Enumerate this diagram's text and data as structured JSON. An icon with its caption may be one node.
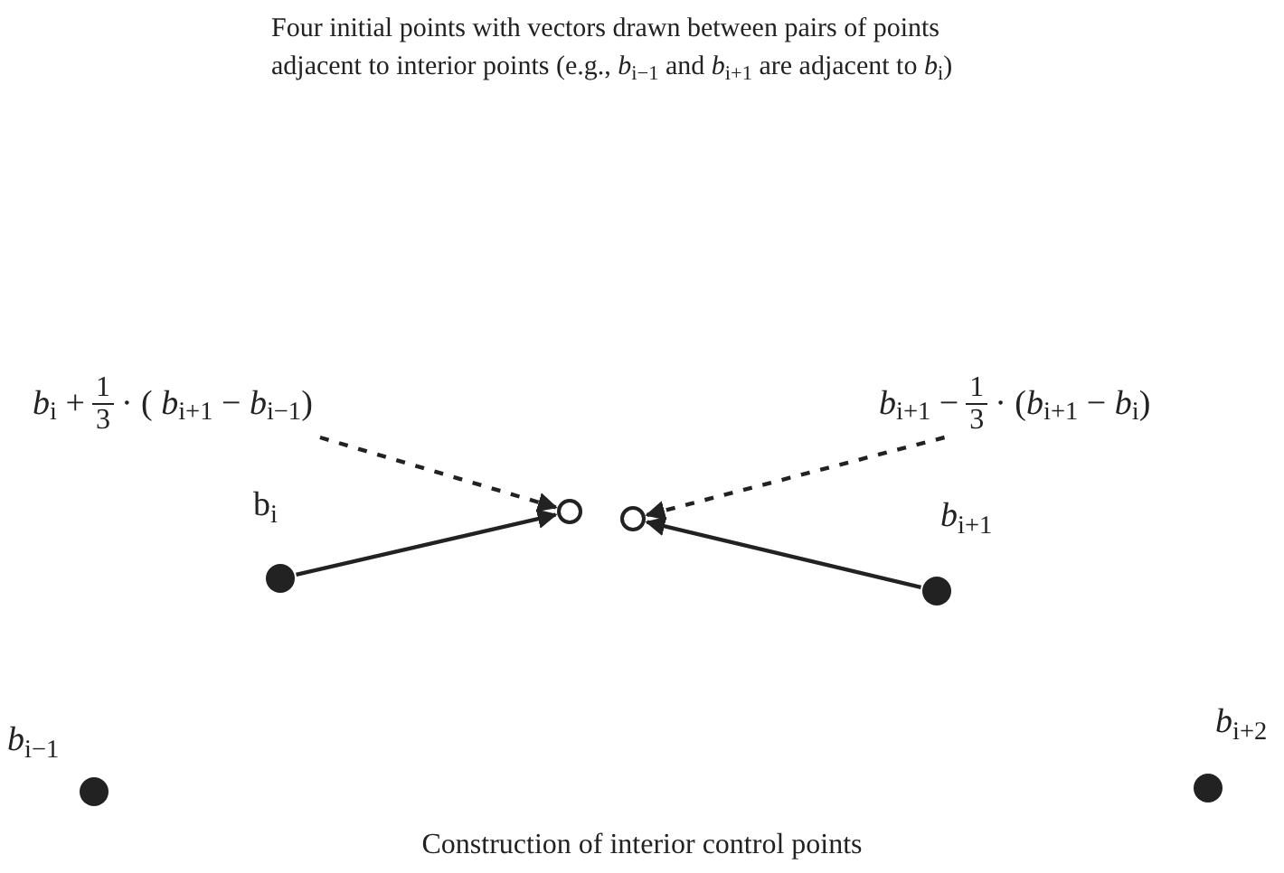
{
  "diagram": {
    "title": "Four initial points with vectors drawn between pairs of points adjacent to interior points (e.g., *b*$_{i−1}$ and *b*$_{i+1}$ are adjacent to *b*$_{i}$)",
    "caption": "Construction of interior control points",
    "nodes": [
      {
        "text": [
          "*b*$_{i}$ +",
          "1",
          "3",
          "· ( *b*$_{i+1}$ − *b*$_{i−1}$)"
        ]
      },
      {
        "text": [],
        "shape": "circle",
        "beside": [
          "b$_{i}$"
        ]
      },
      {
        "text": [],
        "shape": "circle"
      },
      {
        "text": [],
        "shape": "circle"
      },
      {
        "text": [],
        "shape": "circle",
        "beside": [
          "*b*$_{i+1}$"
        ]
      },
      {
        "text": [
          "*b*$_{i+1}$ −",
          "1",
          "3",
          "· (*b*$_{i+1}$ − *b*$_{i}$)"
        ]
      },
      {
        "text": [],
        "shape": "circle",
        "beside": [
          "*b*$_{i−1}$"
        ]
      },
      {
        "text": [],
        "shape": "circle",
        "beside": [
          "*b*$_{i+2}$"
        ]
      }
    ],
    "edges": [
      {
        "from": 0,
        "to": 2,
        "arrow": "to",
        "style": "dashed"
      },
      {
        "from": 5,
        "to": 3,
        "arrow": "to",
        "style": "dashed"
      },
      {
        "from": 1,
        "to": 2,
        "arrow": "to"
      },
      {
        "from": 4,
        "to": 3,
        "arrow": "to"
      }
    ]
  }
}
